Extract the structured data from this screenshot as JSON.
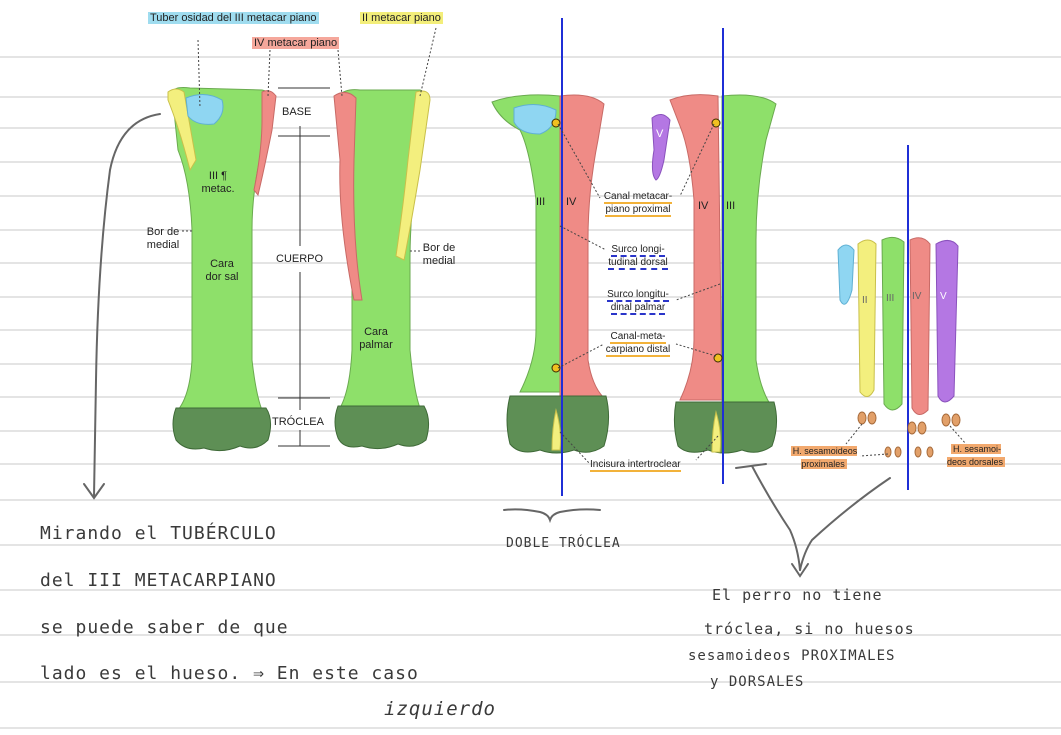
{
  "figure1": {
    "tuberosity_label": "Tuber osidad del III metacar piano",
    "metacarpal_iv_label": "IV metacar piano",
    "metacarpal_ii_label": "II metacar piano",
    "base_label": "BASE",
    "body_label": "CUERPO",
    "trochlea_label": "TRÓCLEA",
    "iii_metac_label": "III ¶ metac.",
    "medial_border_left": "Bor de medial",
    "dorsal_face": "Cara dor sal",
    "medial_border_right": "Bor de medial",
    "palmar_face": "Cara palmar"
  },
  "figure2": {
    "left_numerals": [
      "III",
      "IV"
    ],
    "right_numerals": [
      "IV",
      "III"
    ],
    "small_bone": "V",
    "canal_proximal": "Canal metacar- piano proximal",
    "dorsal_groove": "Surco longi- tudinal dorsal",
    "palmar_groove": "Surco longitu- dinal palmar",
    "canal_distal": "Canal-meta- carpiano distal",
    "intertrochlear": "Incisura intertroclear"
  },
  "figure3": {
    "numerals": [
      "II",
      "III",
      "IV",
      "V"
    ],
    "proximal_sesamoids": "H. sesamoideos proximales",
    "dorsal_sesamoids": "H. sesamoi- deos dorsales"
  },
  "notes": {
    "line1": "Mirando el TUBÉRCULO",
    "line2": "del III METACARPIANO",
    "line3": "se puede saber de que",
    "line4": "lado es el hueso. ⇒ En este caso",
    "line5": "izquierdo",
    "double_trochlea": "DOBLE TRÓCLEA",
    "dog_note1": "El perro no tiene",
    "dog_note2": "tróclea, si no huesos",
    "dog_note3": "sesamoideos PROXIMALES",
    "dog_note4": "y DORSALES"
  },
  "colors": {
    "green": "#8ee06a",
    "red": "#ef8b86",
    "yellow": "#f3ef7e",
    "blue": "#8fd6f2",
    "purple": "#b477e3",
    "dark_green": "#5e8f55",
    "marker_blue": "#1f2fd6"
  }
}
